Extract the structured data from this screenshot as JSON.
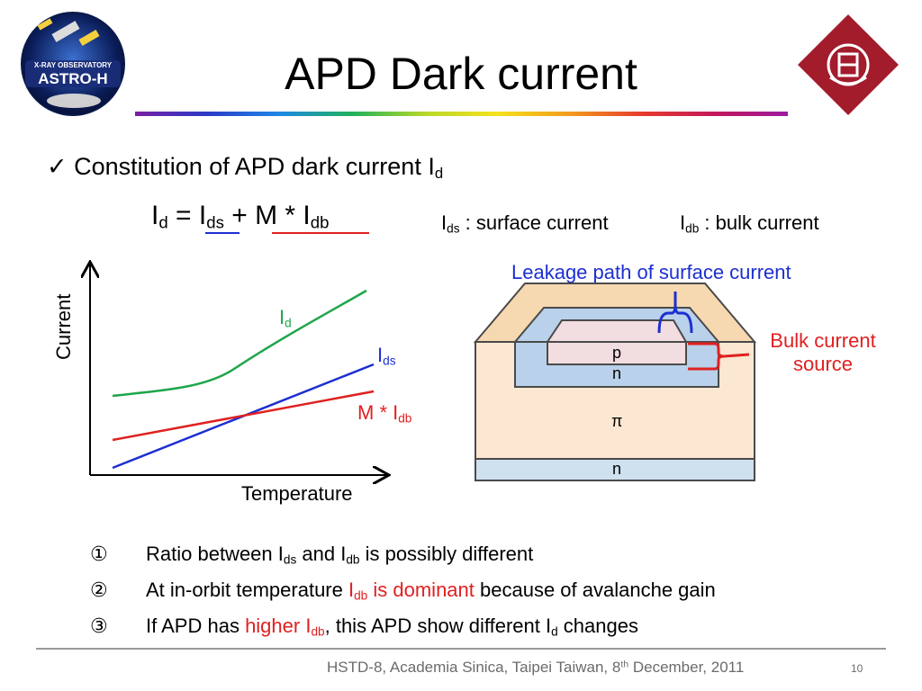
{
  "header": {
    "title": "APD Dark current",
    "logo_left_text": "X-RAY OBSERVATORY ASTRO-H",
    "colors": {
      "rainbow": "multicolor",
      "logo_right_bg": "#a21c2c"
    }
  },
  "bullet": {
    "check": "✓",
    "text": "Constitution of APD dark current I",
    "sub": "d"
  },
  "equation": {
    "I": "I",
    "d": "d",
    "eq": " = ",
    "I2": "I",
    "ds": "ds",
    "plus": " + M * ",
    "I3": "I",
    "db": "db"
  },
  "definitions": {
    "ds_I": "I",
    "ds_sub": "ds",
    "ds_text": " : surface current",
    "db_I": "I",
    "db_sub": "db",
    "db_text": " : bulk current"
  },
  "graph": {
    "ylabel": "Current",
    "xlabel": "Temperature",
    "id_label": "I",
    "id_sub": "d",
    "ids_label": "I",
    "ids_sub": "ds",
    "mdb_label": "M * I",
    "mdb_sub": "db"
  },
  "chart_data": {
    "type": "line",
    "xlabel": "Temperature",
    "ylabel": "Current",
    "series": [
      {
        "name": "Id",
        "color": "#1fa54a",
        "shape": "exponential-rise"
      },
      {
        "name": "Ids",
        "color": "#1c2fd1",
        "shape": "linear-steep"
      },
      {
        "name": "M * Idb",
        "color": "#e02020",
        "shape": "linear-shallow"
      }
    ]
  },
  "diagram": {
    "leakage_label": "Leakage path of surface current",
    "bulk_label_1": "Bulk current",
    "bulk_label_2": "source",
    "p": "p",
    "n_top": "n",
    "pi": "π",
    "n_bottom": "n"
  },
  "list": [
    {
      "num": "①",
      "parts": [
        {
          "t": "Ratio between I",
          "c": ""
        },
        {
          "t": "ds",
          "c": "",
          "sub": true
        },
        {
          "t": " and I",
          "c": ""
        },
        {
          "t": "db",
          "c": "",
          "sub": true
        },
        {
          "t": " is possibly different",
          "c": ""
        }
      ]
    },
    {
      "num": "②",
      "parts": [
        {
          "t": "At in-orbit temperature ",
          "c": ""
        },
        {
          "t": "I",
          "c": "red"
        },
        {
          "t": "db",
          "c": "red",
          "sub": true
        },
        {
          "t": " is dominant",
          "c": "red"
        },
        {
          "t": " because of avalanche gain",
          "c": ""
        }
      ]
    },
    {
      "num": "③",
      "parts": [
        {
          "t": "If APD has ",
          "c": ""
        },
        {
          "t": "higher I",
          "c": "red"
        },
        {
          "t": "db",
          "c": "red",
          "sub": true
        },
        {
          "t": ", this APD show different I",
          "c": ""
        },
        {
          "t": "d",
          "c": "",
          "sub": true
        },
        {
          "t": " changes",
          "c": ""
        }
      ]
    }
  ],
  "footer": {
    "text": "HSTD-8, Academia Sinica, Taipei Taiwan, 8",
    "sup": "th",
    "text2": " December, 2011",
    "page": "10"
  }
}
